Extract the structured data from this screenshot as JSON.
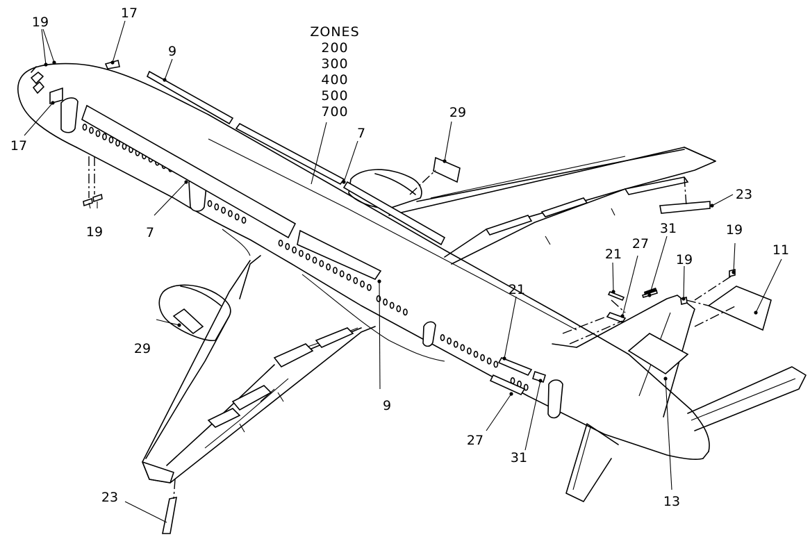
{
  "zones": {
    "title": "ZONES",
    "values": [
      "200",
      "300",
      "400",
      "500",
      "700"
    ]
  },
  "callouts": {
    "c19_nose_top": "19",
    "c17_top": "17",
    "c9_top": "9",
    "c17_left": "17",
    "c19_bottom_left": "19",
    "c7_left": "7",
    "c7_top": "7",
    "c29_top": "29",
    "c29_left": "29",
    "c9_bottom": "9",
    "c23_right": "23",
    "c31_right": "31",
    "c19_right": "19",
    "c11": "11",
    "c21_upper": "21",
    "c27_upper": "27",
    "c19_tail": "19",
    "c21_lower": "21",
    "c27_lower": "27",
    "c31_lower": "31",
    "c13": "13",
    "c23_left": "23"
  }
}
